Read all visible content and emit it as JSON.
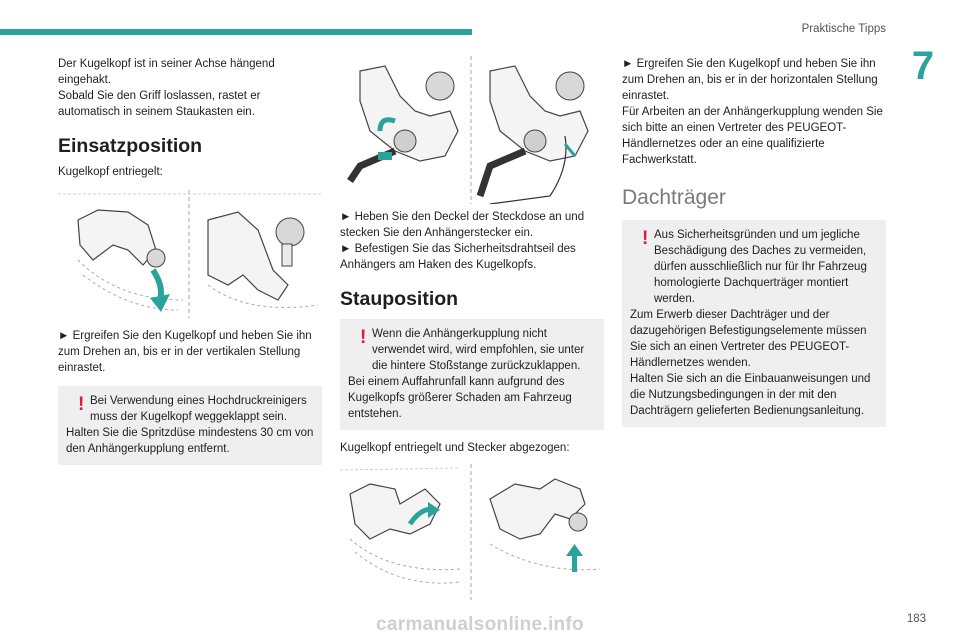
{
  "header": {
    "section": "Praktische Tipps",
    "chapter": "7",
    "accent_color": "#2aa39a"
  },
  "col1": {
    "intro": [
      "Der Kugelkopf ist in seiner Achse hängend eingehakt.",
      "Sobald Sie den Griff loslassen, rastet er automatisch in seinem Staukasten ein."
    ],
    "heading": "Einsatzposition",
    "subtitle": "Kugelkopf entriegelt:",
    "instruction": "► Ergreifen Sie den Kugelkopf und heben Sie ihn zum Drehen an, bis er in der vertikalen Stellung einrastet.",
    "warning": {
      "first": "Bei Verwendung eines Hochdruckreinigers muss der Kugelkopf weggeklappt sein.",
      "second": "Halten Sie die Spritzdüse mindestens 30 cm von den Anhängerkupplung entfernt."
    }
  },
  "col2": {
    "instruction1": "► Heben Sie den Deckel der Steckdose an und stecken Sie den Anhängerstecker ein.",
    "instruction2": "► Befestigen Sie das Sicherheitsdrahtseil des Anhängers am Haken des Kugelkopfs.",
    "heading": "Stauposition",
    "warning": {
      "first": "Wenn die Anhängerkupplung nicht verwendet wird, wird empfohlen, sie unter die hintere Stoßstange zurückzuklappen.",
      "second": "Bei einem Auffahrunfall kann aufgrund des Kugelkopfs größerer Schaden am Fahrzeug entstehen."
    },
    "subtitle": "Kugelkopf entriegelt und Stecker abgezogen:"
  },
  "col3": {
    "instruction": "► Ergreifen Sie den Kugelkopf und heben Sie ihn zum Drehen an, bis er in der horizontalen Stellung einrastet.",
    "note": "Für Arbeiten an der Anhängerkupplung wenden Sie sich bitte an einen Vertreter des PEUGEOT-Händlernetzes oder an eine qualifizierte Fachwerkstatt.",
    "heading": "Dachträger",
    "warning": {
      "first": "Aus Sicherheitsgründen und um jegliche Beschädigung des Daches zu vermeiden, dürfen ausschließlich nur für Ihr Fahrzeug homologierte Dachquerträger montiert werden.",
      "second": "Zum Erwerb dieser Dachträger und der dazugehörigen Befestigungselemente müssen Sie sich an einen Vertreter des PEUGEOT-Händlernetzes wenden.",
      "third": "Halten Sie sich an die Einbauanweisungen und die Nutzungsbedingungen in der mit den Dachträgern gelieferten Bedienungsanleitung."
    }
  },
  "footer": {
    "page": "183",
    "watermark": "carmanualsonline.info"
  }
}
